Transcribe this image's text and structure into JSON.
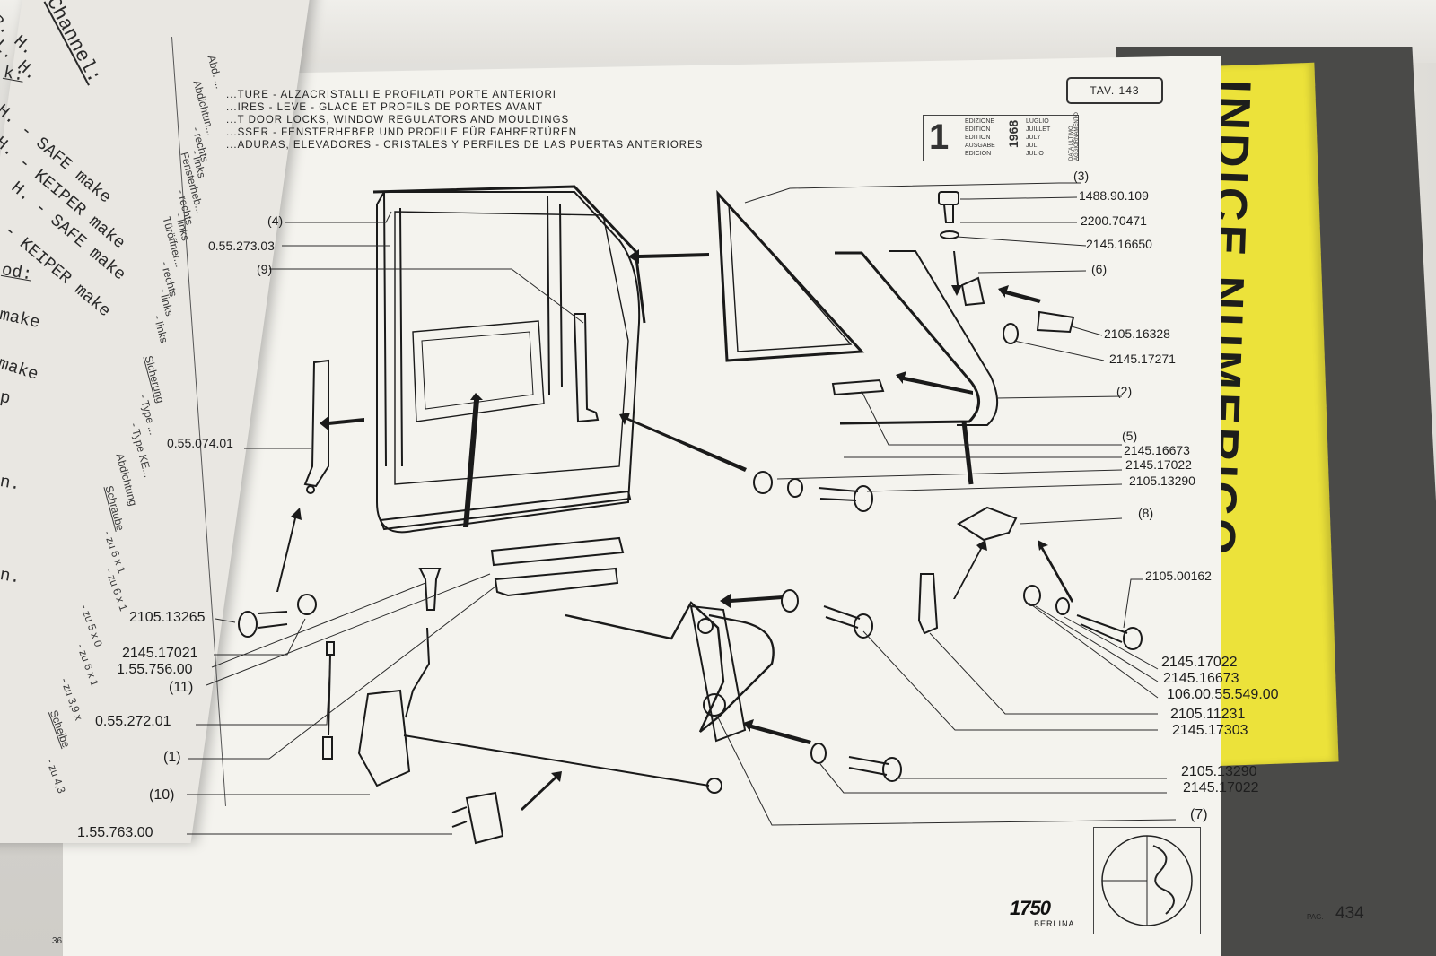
{
  "left_page": {
    "header": "Channel:",
    "lines": [
      "R. H.",
      "L. H.",
      "k:",
      "H. - SAFE make",
      "H. - KEIPER make",
      "H. - SAFE make",
      "- KEIPER make",
      "od:",
      "make",
      "make",
      "p",
      "n.",
      "n."
    ],
    "vertical_lines": [
      "Abd. ...",
      "Abdichtun...",
      "- rechts",
      "- links",
      "Fensterheb...",
      "- rechts",
      "- links",
      "Türöffner...",
      "- rechts",
      "- links",
      "- links",
      "Sicherung",
      "- Type ...",
      "- Type KE...",
      "Abdichtung",
      "Schraube",
      "- zu 6 x 1",
      "- zu 6 x 1",
      "- zu 5 x 0",
      "- zu 6 x 1",
      "- zu 3,9 x",
      "Scheibe",
      "- zu 4,3"
    ],
    "footer_number": "36"
  },
  "header": {
    "title_lines": [
      "...TURE - ALZACRISTALLI E PROFILATI PORTE ANTERIORI",
      "...IRES - LEVE - GLACE ET PROFILS DE PORTES AVANT",
      "...T DOOR LOCKS, WINDOW REGULATORS AND MOULDINGS",
      "...SSER - FENSTERHEBER UND PROFILE FÜR FAHRERTÜREN",
      "...ADURAS, ELEVADORES - CRISTALES Y PERFILES DE LAS PUERTAS ANTERIORES"
    ],
    "table_label": "TAV. 143",
    "edition": {
      "number": "1",
      "labels": [
        "EDIZIONE",
        "EDITION",
        "EDITION",
        "AUSGABE",
        "EDICION"
      ],
      "year": "1968",
      "months": [
        "LUGLIO",
        "JUILLET",
        "JULY",
        "JULI",
        "JULIO"
      ],
      "side_note": "DATA ULTIMO AGGIORNAMENTO"
    }
  },
  "callouts_right": [
    {
      "text": "(3)"
    },
    {
      "text": "1488.90.109"
    },
    {
      "text": "2200.70471"
    },
    {
      "text": "2145.16650"
    },
    {
      "text": "(6)"
    },
    {
      "text": "2105.16328"
    },
    {
      "text": "2145.17271"
    },
    {
      "text": "(2)"
    },
    {
      "text": "(5)"
    },
    {
      "text": "2145.16673"
    },
    {
      "text": "2145.17022"
    },
    {
      "text": "2105.13290"
    },
    {
      "text": "(8)"
    },
    {
      "text": "2105.00162"
    },
    {
      "text": "2145.17022"
    },
    {
      "text": "2145.16673"
    },
    {
      "text": "106.00.55.549.00"
    },
    {
      "text": "2105.11231"
    },
    {
      "text": "2145.17303"
    },
    {
      "text": "2105.13290"
    },
    {
      "text": "2145.17022"
    },
    {
      "text": "(7)"
    }
  ],
  "callouts_left": [
    {
      "text": "(4)"
    },
    {
      "text": "0.55.273.03"
    },
    {
      "text": "(9)"
    },
    {
      "text": "0.55.074.01"
    },
    {
      "text": "2105.13265"
    },
    {
      "text": "2145.17021"
    },
    {
      "text": "1.55.756.00"
    },
    {
      "text": "(11)"
    },
    {
      "text": "0.55.272.01"
    },
    {
      "text": "(1)"
    },
    {
      "text": "(10)"
    },
    {
      "text": "1.55.763.00"
    }
  ],
  "footer": {
    "model": "1750",
    "model_sub": "BERLINA",
    "pag_label": "PAG.",
    "page_number": "434"
  },
  "binder_tab": {
    "text": "INDICE NUMERICO",
    "color": "#ece23a"
  }
}
